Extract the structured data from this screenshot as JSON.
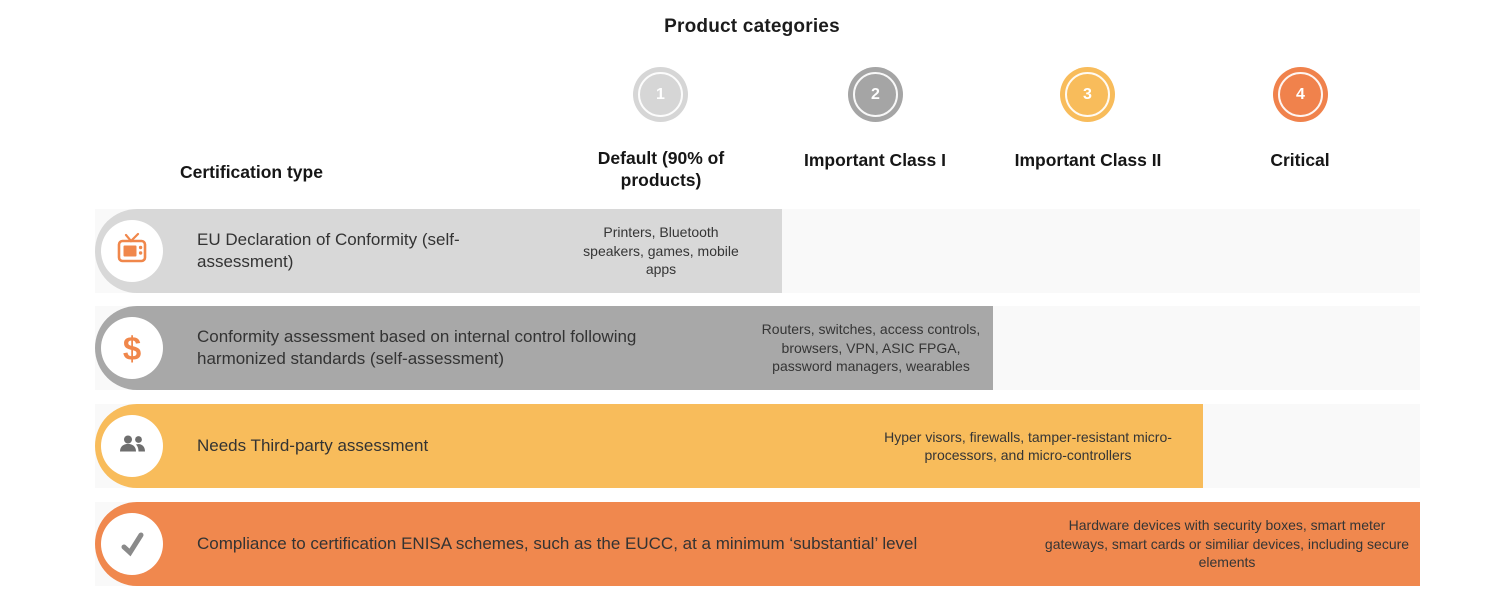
{
  "title": "Product categories",
  "colors": {
    "light_gray": "#d8d8d8",
    "medium_gray": "#a8a8a8",
    "amber": "#f8bc5b",
    "orange": "#f0884e",
    "strip_background": "#f9f9f9",
    "icon_orange": "#f0874b",
    "icon_gray": "#6e6e6e"
  },
  "header": {
    "row_header": "Certification type",
    "columns": [
      {
        "number": "1",
        "label": "Default (90% of products)",
        "color": "#d6d6d6"
      },
      {
        "number": "2",
        "label": "Important Class I",
        "color": "#a5a5a5"
      },
      {
        "number": "3",
        "label": "Important Class II",
        "color": "#f8bc5b"
      },
      {
        "number": "4",
        "label": "Critical",
        "color": "#f0824c"
      }
    ]
  },
  "rows": [
    {
      "icon": "tv-icon",
      "label": "EU Declaration of Conformity (self-assessment)",
      "products": "Printers, Bluetooth speakers, games, mobile apps",
      "category": "Default (90% of products)",
      "color": "#d8d8d8"
    },
    {
      "icon": "dollar-icon",
      "icon_glyph": "$",
      "label": "Conformity assessment based on internal control following harmonized standards (self-assessment)",
      "products": "Routers, switches, access controls, browsers, VPN, ASIC FPGA, password managers, wearables",
      "category": "Important Class I",
      "color": "#a8a8a8"
    },
    {
      "icon": "people-icon",
      "label": "Needs Third-party assessment",
      "products": "Hyper visors, firewalls, tamper-resistant micro-processors, and micro-controllers",
      "category": "Important Class II",
      "color": "#f8bc5b"
    },
    {
      "icon": "check-icon",
      "label": "Compliance to certification ENISA schemes, such as the EUCC, at a minimum ‘substantial’ level",
      "products": "Hardware devices with security boxes, smart meter gateways, smart cards or similiar devices, including secure elements",
      "category": "Critical",
      "color": "#f0884e"
    }
  ]
}
